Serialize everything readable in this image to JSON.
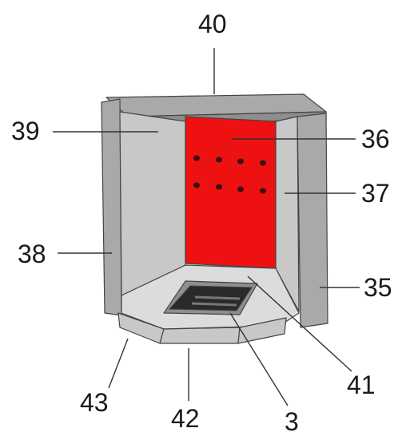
{
  "callouts": [
    {
      "id": "40",
      "label": "40"
    },
    {
      "id": "39",
      "label": "39"
    },
    {
      "id": "36",
      "label": "36"
    },
    {
      "id": "37",
      "label": "37"
    },
    {
      "id": "38",
      "label": "38"
    },
    {
      "id": "35",
      "label": "35"
    },
    {
      "id": "41",
      "label": "41"
    },
    {
      "id": "43",
      "label": "43"
    },
    {
      "id": "42",
      "label": "42"
    },
    {
      "id": "3",
      "label": "3"
    }
  ],
  "colors": {
    "highlight_panel": "#ee1111",
    "brick_light": "#c8c8c8",
    "brick_mid": "#a9a9a9",
    "brick_dark": "#8e8e8e",
    "floor": "#dcdcdc",
    "outline": "#444444",
    "leader": "#333333"
  }
}
